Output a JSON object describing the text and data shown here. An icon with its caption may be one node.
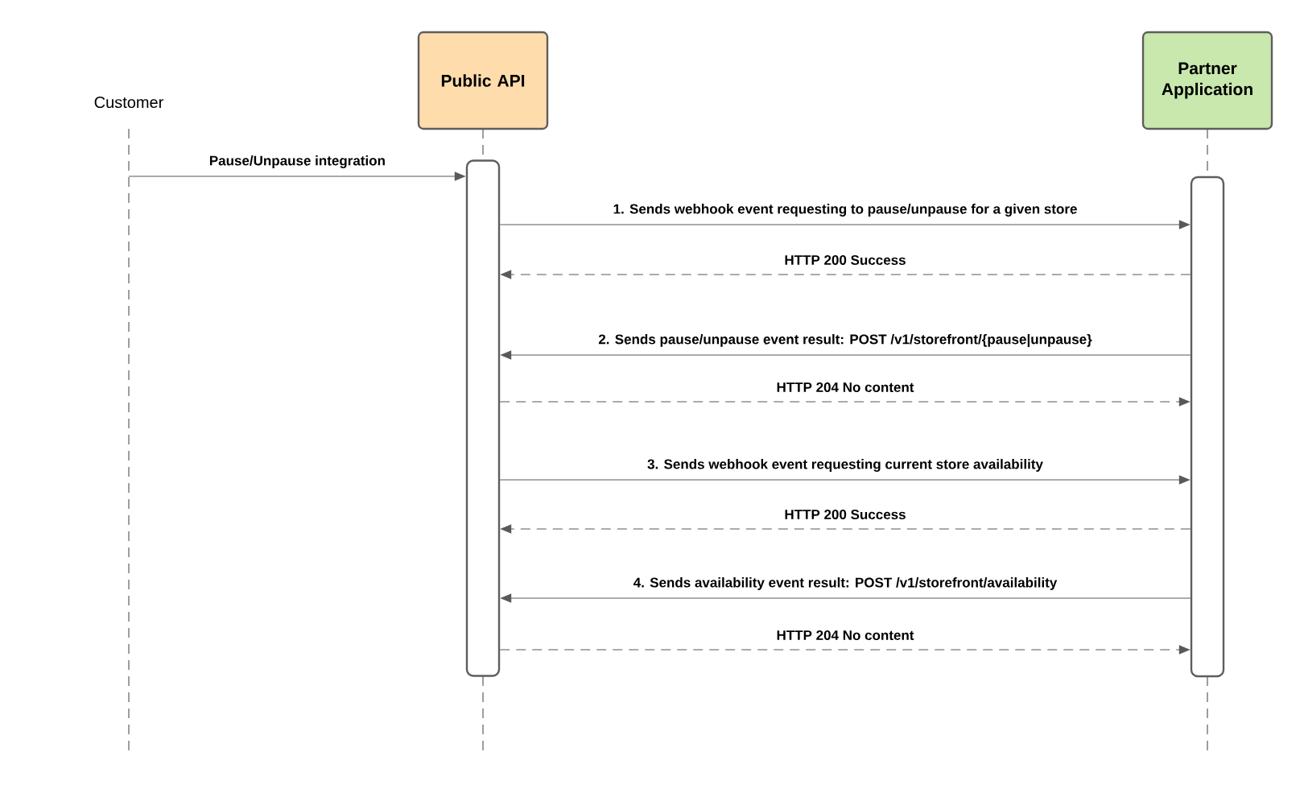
{
  "diagram": {
    "nodes": [
      {
        "text": [
          "Customer"
        ]
      },
      {
        "text": [
          "Public API"
        ]
      },
      {
        "text": [
          "Partner Application"
        ]
      },
      {
        "text": [],
        "shape": "bar"
      },
      {
        "text": [],
        "shape": "bar"
      }
    ],
    "edges": [
      {
        "from": 0,
        "to": 3,
        "arrow": "to",
        "label": "Pause/Unpause integration"
      },
      {
        "from": 3,
        "to": 4,
        "arrow": "to",
        "label": "1. Sends webhook event requesting to pause/unpause for a given store"
      },
      {
        "from": 4,
        "to": 3,
        "arrow": "to",
        "label": "HTTP 200 Success",
        "style": "dashed"
      },
      {
        "from": 4,
        "to": 3,
        "arrow": "to",
        "label": "2. Sends pause/unpause event result: POST /v1/storefront/{pause|unpause}"
      },
      {
        "from": 3,
        "to": 4,
        "arrow": "to",
        "label": "HTTP 204 No content",
        "style": "dashed"
      },
      {
        "from": 3,
        "to": 4,
        "arrow": "to",
        "label": "3. Sends webhook event requesting current store availability"
      },
      {
        "from": 4,
        "to": 3,
        "arrow": "to",
        "label": "HTTP 200 Success",
        "style": "dashed"
      },
      {
        "from": 4,
        "to": 3,
        "arrow": "to",
        "label": "4. Sends availability event result: POST /v1/storefront/availability"
      },
      {
        "from": 3,
        "to": 4,
        "arrow": "to",
        "label": "HTTP 204 No content",
        "style": "dashed"
      }
    ]
  }
}
